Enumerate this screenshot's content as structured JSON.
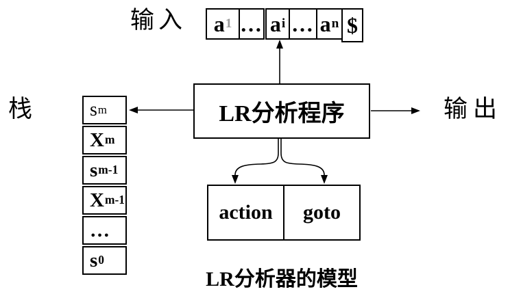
{
  "diagram": {
    "input_label": "输入",
    "stack_label": "栈",
    "output_label": "输出",
    "parser_box_label": "LR分析程序",
    "caption": "LR分析器的模型",
    "table": {
      "cells": [
        "action",
        "goto"
      ]
    },
    "tape": {
      "cells": [
        {
          "base": "a",
          "sub": "1",
          "faint_sub": true
        },
        {
          "base": "…",
          "dots": true
        },
        {
          "base": "a",
          "sub": "i",
          "current": true
        },
        {
          "base": "…",
          "dots": true
        },
        {
          "base": "a",
          "sub": "n"
        },
        {
          "base": "$"
        }
      ]
    },
    "stack": {
      "cells": [
        {
          "base": "s",
          "sub": "m",
          "bold": false
        },
        {
          "base": "X",
          "sub": "m",
          "bold": true
        },
        {
          "base": "s",
          "sub": "m-1",
          "bold": true
        },
        {
          "base": "X",
          "sub": "m-1",
          "bold": true
        },
        {
          "base": "…",
          "dots": true,
          "bold": true
        },
        {
          "base": "s",
          "sub": "0",
          "bold": true
        }
      ]
    },
    "colors": {
      "line": "#000000",
      "background": "#ffffff"
    }
  }
}
